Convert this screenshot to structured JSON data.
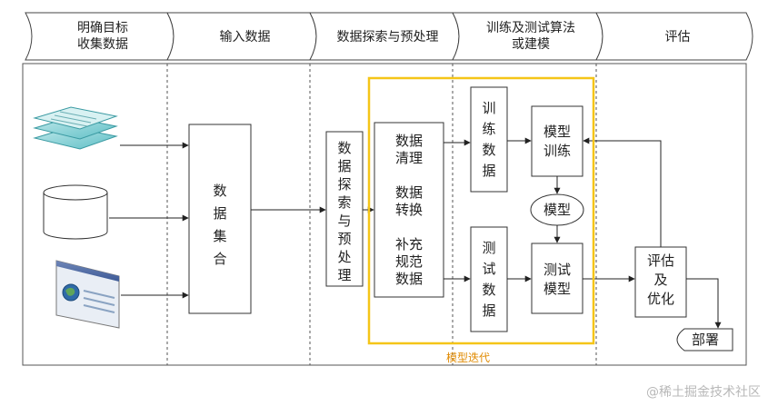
{
  "header": {
    "stages": [
      [
        "明确目标",
        "收集数据"
      ],
      [
        "输入数据"
      ],
      [
        "数据探索与预处理"
      ],
      [
        "训练及测试算法",
        "或建模"
      ],
      [
        "评估"
      ]
    ]
  },
  "blocks": {
    "dataset": [
      "数",
      "据",
      "集",
      "合"
    ],
    "explore": [
      "数",
      "据",
      "探",
      "索",
      "与",
      "预",
      "处",
      "理"
    ],
    "clean": [
      "数据",
      "清理",
      "",
      "数据",
      "转换",
      "",
      "补充",
      "规范",
      "数据"
    ],
    "train_data": [
      "训",
      "练",
      "数",
      "据"
    ],
    "test_data": [
      "测",
      "试",
      "数",
      "据"
    ],
    "model_train": [
      "模型",
      "训练"
    ],
    "model": "模型",
    "model_test": [
      "测试",
      "模型"
    ],
    "evaluate": [
      "评估",
      "及",
      "优化"
    ],
    "deploy": "部署"
  },
  "iteration_label": "模型迭代",
  "iteration_color": "#f5c518",
  "watermark": "@稀土掘金技术社区",
  "icons": [
    "documents-icon",
    "database-icon",
    "webpage-icon"
  ]
}
